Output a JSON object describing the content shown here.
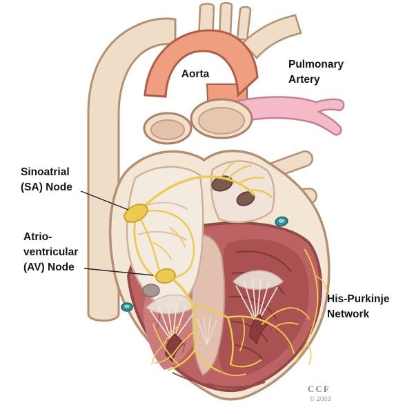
{
  "labels": {
    "aorta": "Aorta",
    "pulmonary_artery": [
      "Pulmonary",
      "Artery"
    ],
    "sinoatrial_node": [
      "Sinoatrial",
      "(SA) Node"
    ],
    "atrioventricular_node": [
      "Atrio-",
      "ventricular",
      "(AV) Node"
    ],
    "his_purkinje": [
      "His-Purkinje",
      "Network"
    ]
  },
  "watermark": {
    "credit": "CCF",
    "year": "© 2003"
  },
  "colors": {
    "background": "#ffffff",
    "vessel_beige": "#f0ddc7",
    "aorta_salmon": "#ef9e7f",
    "pulmonary_pink": "#f4bac8",
    "heart_wall_cream": "#f4e6d4",
    "myocardium_rose": "#bc6262",
    "ventricle_deep": "#aa5252",
    "chamber_pale": "#f3ebe0",
    "conduction_yellow": "#edca52",
    "cut_vessel_teal": "#2f8d98",
    "label_text": "#141414"
  }
}
